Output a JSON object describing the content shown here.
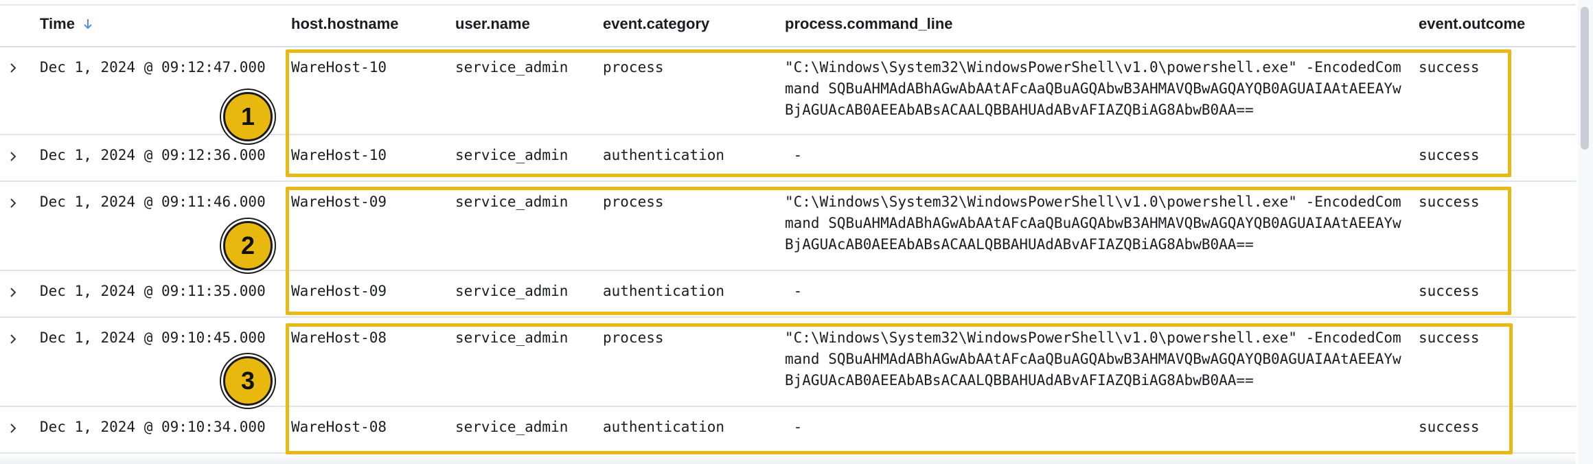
{
  "columns": {
    "time": "Time",
    "hostname": "host.hostname",
    "username": "user.name",
    "category": "event.category",
    "command_line": "process.command_line",
    "outcome": "event.outcome"
  },
  "rows": [
    {
      "time": "Dec 1, 2024 @ 09:12:47.000",
      "hostname": "WareHost-10",
      "username": "service_admin",
      "category": "process",
      "command_line": "\"C:\\Windows\\System32\\WindowsPowerShell\\v1.0\\powershell.exe\" -EncodedCommand SQBuAHMAdABhAGwAbAAtAFcAaQBuAGQAbwB3AHMAVQBwAGQAYQB0AGUAIAAtAEEAYwBjAGUAcAB0AEEAbABsACAALQBBAHUAdABvAFIAZQBiAG8AbwB0AA==",
      "outcome": "success"
    },
    {
      "time": "Dec 1, 2024 @ 09:12:36.000",
      "hostname": "WareHost-10",
      "username": "service_admin",
      "category": "authentication",
      "command_line": " -",
      "outcome": "success"
    },
    {
      "time": "Dec 1, 2024 @ 09:11:46.000",
      "hostname": "WareHost-09",
      "username": "service_admin",
      "category": "process",
      "command_line": "\"C:\\Windows\\System32\\WindowsPowerShell\\v1.0\\powershell.exe\" -EncodedCommand SQBuAHMAdABhAGwAbAAtAFcAaQBuAGQAbwB3AHMAVQBwAGQAYQB0AGUAIAAtAEEAYwBjAGUAcAB0AEEAbABsACAALQBBAHUAdABvAFIAZQBiAG8AbwB0AA==",
      "outcome": "success"
    },
    {
      "time": "Dec 1, 2024 @ 09:11:35.000",
      "hostname": "WareHost-09",
      "username": "service_admin",
      "category": "authentication",
      "command_line": " -",
      "outcome": "success"
    },
    {
      "time": "Dec 1, 2024 @ 09:10:45.000",
      "hostname": "WareHost-08",
      "username": "service_admin",
      "category": "process",
      "command_line": "\"C:\\Windows\\System32\\WindowsPowerShell\\v1.0\\powershell.exe\" -EncodedCommand SQBuAHMAdABhAGwAbAAtAFcAaQBuAGQAbwB3AHMAVQBwAGQAYQB0AGUAIAAtAEEAYwBjAGUAcAB0AEEAbABsACAALQBBAHUAdABvAFIAZQBiAG8AbwB0AA==",
      "outcome": "success"
    },
    {
      "time": "Dec 1, 2024 @ 09:10:34.000",
      "hostname": "WareHost-08",
      "username": "service_admin",
      "category": "authentication",
      "command_line": " -",
      "outcome": "success"
    }
  ],
  "annotations": [
    {
      "label": "1"
    },
    {
      "label": "2"
    },
    {
      "label": "3"
    }
  ],
  "colors": {
    "highlight": "#e7b912",
    "badge_fill": "#e8b80e",
    "sort_arrow": "#4f8fe6"
  },
  "icons": {
    "sort": "arrow-down-icon",
    "expand": "chevron-right-icon"
  }
}
